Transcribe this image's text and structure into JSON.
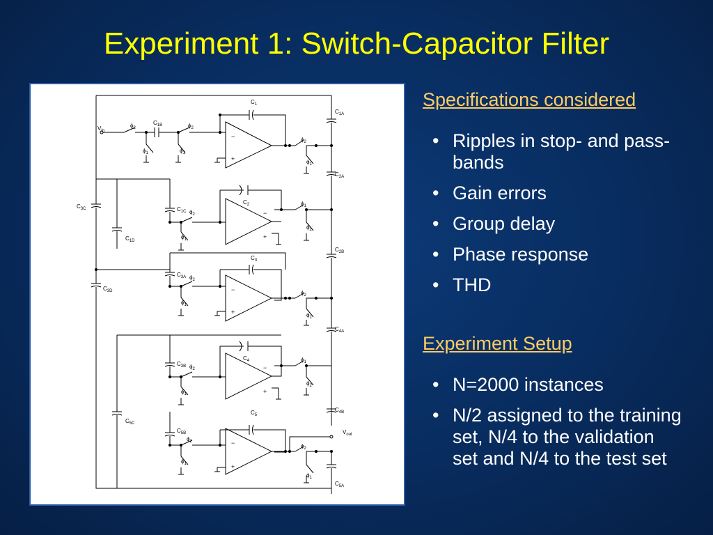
{
  "slide": {
    "title": "Experiment 1: Switch-Capacitor Filter"
  },
  "colors": {
    "background": "#0a3268",
    "title": "#ffff00",
    "heading": "#ffcc66",
    "body_text": "#ffffff"
  },
  "specifications": {
    "heading": "Specifications considered",
    "items": [
      "Ripples in stop- and pass-bands",
      "Gain errors",
      "Group delay",
      "Phase response",
      "THD"
    ]
  },
  "setup": {
    "heading": "Experiment Setup",
    "items": [
      "N=2000 instances",
      "N/2 assigned to the training set, N/4 to the validation set and N/4 to the test set"
    ]
  },
  "circuit": {
    "phi": "ϕ",
    "sub1": "1",
    "sub2": "2",
    "C1": {
      "main": "C",
      "sub": "1"
    },
    "C1A": {
      "main": "C",
      "sub": "1A"
    },
    "C1B": {
      "main": "C",
      "sub": "1B"
    },
    "C1C": {
      "main": "C",
      "sub": "1C"
    },
    "C1D": {
      "main": "C",
      "sub": "1D"
    },
    "C2": {
      "main": "C",
      "sub": "2"
    },
    "C2A": {
      "main": "C",
      "sub": "2A"
    },
    "C2B": {
      "main": "C",
      "sub": "2B"
    },
    "C3": {
      "main": "C",
      "sub": "3"
    },
    "C3A": {
      "main": "C",
      "sub": "3A"
    },
    "C3B": {
      "main": "C",
      "sub": "3B"
    },
    "C3C": {
      "main": "C",
      "sub": "3C"
    },
    "C3D": {
      "main": "C",
      "sub": "3D"
    },
    "C4": {
      "main": "C",
      "sub": "4"
    },
    "C4A": {
      "main": "C",
      "sub": "4A"
    },
    "C4B": {
      "main": "C",
      "sub": "4B"
    },
    "C5": {
      "main": "C",
      "sub": "5"
    },
    "C5A": {
      "main": "C",
      "sub": "5A"
    },
    "C5B": {
      "main": "C",
      "sub": "5B"
    },
    "C5C": {
      "main": "C",
      "sub": "5C"
    },
    "Vin": {
      "main": "V",
      "sub": "in"
    },
    "Vout": {
      "main": "V",
      "sub": "out"
    },
    "minus": "−",
    "plus": "+"
  }
}
